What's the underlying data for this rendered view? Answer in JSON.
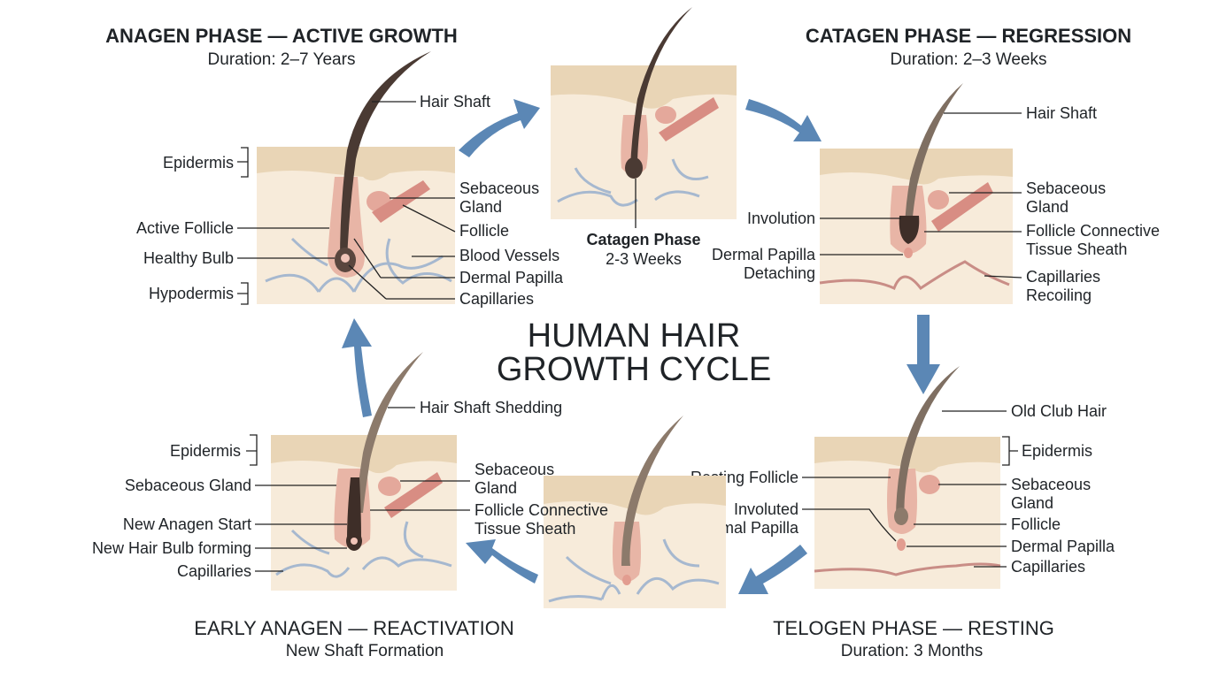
{
  "diagram": {
    "title_line1": "HUMAN HAIR",
    "title_line2": "GROWTH CYCLE",
    "colors": {
      "skin_top": "#e9d7bb",
      "skin_body": "#f6e9d7",
      "follicle": "#e3a79a",
      "hair_dark": "#4a3a33",
      "hair_light": "#7f6f62",
      "vessel": "#9fb4cc",
      "arrow": "#5b87b5",
      "muscle": "#d88d83"
    },
    "anagen": {
      "title": "ANAGEN PHASE — ACTIVE GROWTH",
      "duration": "Duration: 2–7 Years",
      "hair_shaft": "Hair Shaft",
      "epidermis": "Epidermis",
      "active_follicle": "Active Follicle",
      "healthy_bulb": "Healthy Bulb",
      "hypodermis": "Hypodermis",
      "sebaceous_1": "Sebaceous",
      "sebaceous_2": "Gland",
      "follicle": "Follicle",
      "blood_vessels": "Blood Vessels",
      "dermal_papilla": "Dermal Papilla",
      "capillaries": "Capillaries"
    },
    "catagen_mini": {
      "caption": "Catagen Phase",
      "duration": "2-3 Weeks"
    },
    "catagen": {
      "title": "CATAGEN PHASE — REGRESSION",
      "duration": "Duration: 2–3 Weeks",
      "hair_shaft": "Hair Shaft",
      "sebaceous_1": "Sebaceous",
      "sebaceous_2": "Gland",
      "involution": "Involution",
      "fcts_1": "Follicle Connective",
      "fcts_2": "Tissue Sheath",
      "dp_1": "Dermal Papilla",
      "dp_2": "Detaching",
      "cap_1": "Capillaries",
      "cap_2": "Recoiling"
    },
    "telogen": {
      "title": "TELOGEN PHASE — RESTING",
      "duration": "Duration: 3 Months",
      "old_club_hair": "Old Club Hair",
      "epidermis": "Epidermis",
      "resting_follicle": "Resting Follicle",
      "involuted_1": "Involuted",
      "involuted_2": "Dermal Papilla",
      "sebaceous_1": "Sebaceous",
      "sebaceous_2": "Gland",
      "follicle": "Follicle",
      "dermal_papilla": "Dermal Papilla",
      "capillaries": "Capillaries"
    },
    "early_anagen": {
      "title": "EARLY ANAGEN — REACTIVATION",
      "subtitle": "New Shaft Formation",
      "hair_shaft_shedding": "Hair Shaft Shedding",
      "epidermis": "Epidermis",
      "sebaceous_gland": "Sebaceous Gland",
      "new_anagen_start": "New Anagen Start",
      "new_bulb": "New Hair Bulb forming",
      "capillaries": "Capillaries",
      "sebaceous_1": "Sebaceous",
      "sebaceous_2": "Gland",
      "fcts_1": "Follicle Connective",
      "fcts_2": "Tissue Sheath"
    }
  }
}
